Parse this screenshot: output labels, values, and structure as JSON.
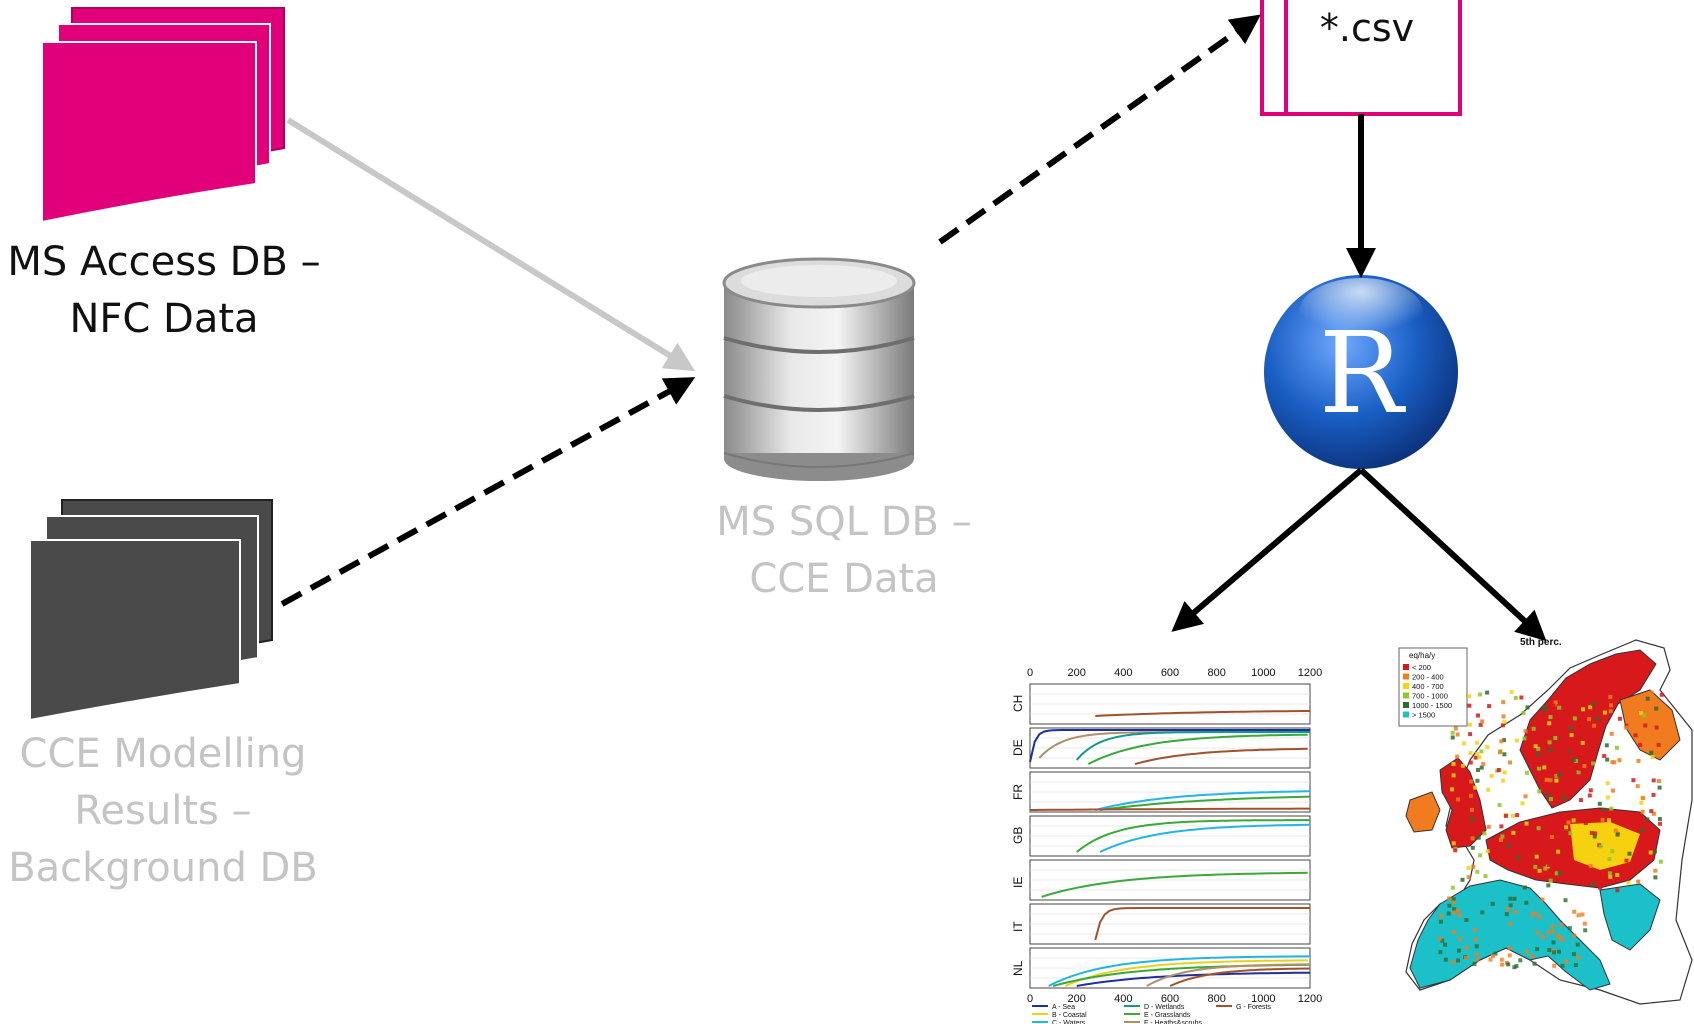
{
  "colors": {
    "magenta": "#e2007a",
    "darkgray": "#4a4a4a",
    "arrow": "#000000",
    "gray_arrow": "#c8c8c8",
    "light_text": "#c4c4c4",
    "r_blue": "#1a5fc4"
  },
  "nodes": {
    "access_db": {
      "line1": "MS Access DB –",
      "line2": "NFC Data"
    },
    "sql_db": {
      "line1": "MS SQL DB –",
      "line2": "CCE Data"
    },
    "cce_results": {
      "line1": "CCE Modelling",
      "line2": "Results –",
      "line3": "Background DB"
    },
    "csv": {
      "label": "*.csv"
    },
    "r": {
      "letter": "R"
    }
  },
  "line_chart": {
    "x_ticks": [
      "0",
      "200",
      "400",
      "600",
      "800",
      "1000",
      "1200"
    ],
    "panels": [
      "CH",
      "DE",
      "FR",
      "GB",
      "IE",
      "IT",
      "NL"
    ],
    "legend": [
      {
        "label": "A - Sea",
        "color": "#1f2f9e"
      },
      {
        "label": "B - Coastal",
        "color": "#e8d21a"
      },
      {
        "label": "C - Waters",
        "color": "#22b5e6"
      },
      {
        "label": "D - Wetlands",
        "color": "#119a8c"
      },
      {
        "label": "E - Grasslands",
        "color": "#3aa83a"
      },
      {
        "label": "F - Heaths&scrubs",
        "color": "#b0906a"
      },
      {
        "label": "G - Forests",
        "color": "#a0522d"
      }
    ]
  },
  "map": {
    "title": "5th perc.",
    "legend_title": "eq/ha/y",
    "legend": [
      {
        "label": "< 200",
        "color": "#d7191c"
      },
      {
        "label": "200 - 400",
        "color": "#f07c1f"
      },
      {
        "label": "400 - 700",
        "color": "#f6d110"
      },
      {
        "label": "700 - 1000",
        "color": "#8ac926"
      },
      {
        "label": "1000 - 1500",
        "color": "#2f6b2f"
      },
      {
        "label": "> 1500",
        "color": "#1cc0c8"
      }
    ]
  }
}
